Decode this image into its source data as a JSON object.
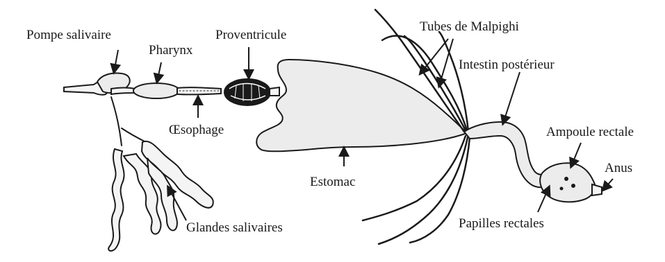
{
  "labels": {
    "pompe_salivaire": "Pompe salivaire",
    "pharynx": "Pharynx",
    "proventricule": "Proventricule",
    "oesophage": "Œsophage",
    "estomac": "Estomac",
    "tubes_malpighi": "Tubes de Malpighi",
    "intestin_posterieur": "Intestin postérieur",
    "ampoule_rectale": "Ampoule rectale",
    "anus": "Anus",
    "papilles_rectales": "Papilles rectales",
    "glandes_salivaires": "Glandes salivaires"
  }
}
